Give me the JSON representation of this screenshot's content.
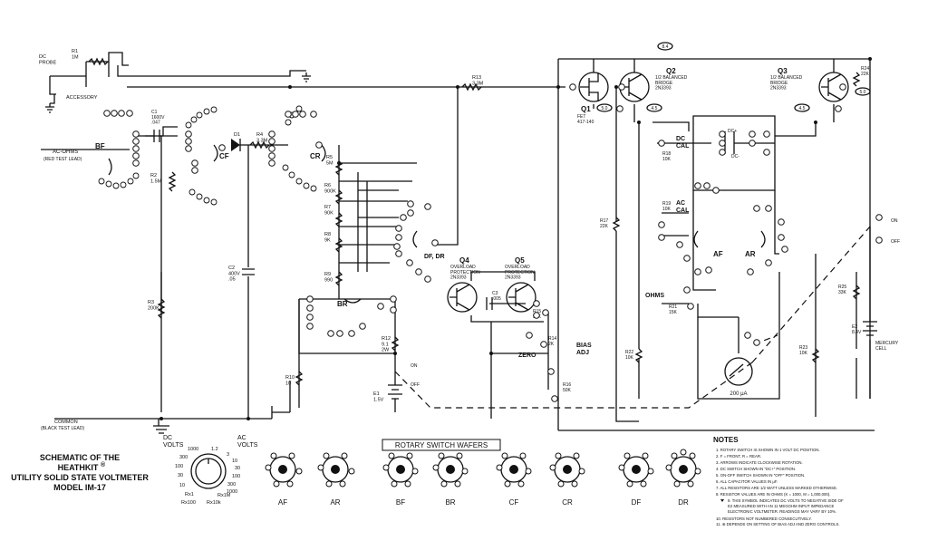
{
  "title": {
    "line1": "SCHEMATIC OF THE",
    "line2": "HEATHKIT",
    "reg": "®",
    "line3": "UTILITY SOLID STATE VOLTMETER",
    "line4": "MODEL IM-17"
  },
  "wafers_heading": "ROTARY SWITCH WAFERS",
  "wafer_labels": [
    "AF",
    "AR",
    "BF",
    "BR",
    "CF",
    "CR",
    "DF",
    "DR"
  ],
  "dial": {
    "dc_volts": "DC\nVOLTS",
    "ac_volts": "AC\nVOLTS",
    "ranges": [
      "1000",
      "300",
      "100",
      "30",
      "10",
      "1.2",
      "3",
      "10",
      "30",
      "100",
      "300",
      "1000"
    ],
    "ohms": [
      "Rx1",
      "Rx100",
      "Rx10k",
      "Rx1M"
    ]
  },
  "left": {
    "dc_probe": "DC\nPROBE",
    "r1": "R1\n1M",
    "accessory": "ACCESSORY",
    "ac_ohms": "AC-OHMS",
    "red_lead": "(RED TEST LEAD)",
    "bf": "BF",
    "c1": "C1\n1600V\n.047",
    "r2": "R2\n1.5M",
    "r3": "R3\n200K",
    "common": "COMMON",
    "black_lead": "(BLACK TEST LEAD)",
    "cf": "CF",
    "d1": "D1",
    "r4": "R4\n3.3M",
    "c2": "C2\n400V\n.05",
    "cr": "CR"
  },
  "middle": {
    "r13": "R13\n3.3M",
    "r5": "R5\n5M",
    "r6": "R6\n900K",
    "r7": "R7\n90K",
    "r8": "R8\n9K",
    "r9": "R9\n990",
    "r10": "R10\n10",
    "br": "BR",
    "df_dr": "DF, DR",
    "r12": "R12\n9.1\n2W",
    "e1": "E1\n1.5V",
    "on": "ON",
    "off": "OFF",
    "q4": "Q4",
    "q4_desc": "OVERLOAD\nPROTECTION\n2N3393",
    "q5": "Q5",
    "q5_desc": "OVERLOAD\nPROTECTION\n2N3393",
    "c3": "C3\n.005",
    "r15": "R15\n50K",
    "r14": "R14\n2K",
    "zero": "ZERO",
    "bias_adj": "BIAS\nADJ",
    "r16": "R16\n50K"
  },
  "right": {
    "v84": "8.4",
    "q1": "Q1",
    "q1_desc": "FET\n417-140",
    "v50a": "5.0",
    "q2": "Q2",
    "q2_desc": "1/2 BALANCED\nBRIDGE\n2N3393",
    "v45a": "4.5",
    "q3": "Q3",
    "q3_desc": "1/2 BALANCED\nBRIDGE\n2N3393",
    "v45b": "4.5",
    "r24": "R24\n22K",
    "v50b": "5.0",
    "dc_cal": "DC\nCAL",
    "r18": "R18\n10K",
    "dcp": "DC+",
    "dcm": "DC-",
    "r17": "R17\n22K",
    "ac_cal": "AC\nCAL",
    "r19": "R19\n10K",
    "af": "AF",
    "ar": "AR",
    "ohms": "OHMS",
    "r21": "R21\n15K",
    "r22": "R22\n10K",
    "r23": "R23\n10K",
    "r25": "R25\n33K",
    "meter": "200 μA",
    "e2": "E2\n8.4V",
    "mercury": "MERCURY\nCELL",
    "on": "ON",
    "off": "OFF"
  },
  "notes": {
    "heading": "NOTES",
    "items": [
      "1.  ROTARY SWITCH IS SHOWN IN 1 VOLT DC POSITION.",
      "2.  F = FRONT, R = REAR.",
      "3.  ARROWS INDICATE CLOCKWISE ROTATION.",
      "4.  DC SWITCH SHOWN IN \"DC+\" POSITION.",
      "5.  ON-OFF SWITCH SHOWN IN \"OFF\" POSITION.",
      "6.  ALL CAPACITOR VALUES IN μF.",
      "7.  ALL RESISTORS ARE 1/2 WATT UNLESS MARKED OTHERWISE.",
      "8.  RESISTOR VALUES ARE IN OHMS (K = 1000, M = 1,000,000).",
      "9.  THIS SYMBOL INDICATES DC VOLTS TO NEGATIVE SIDE OF",
      "E2 MEASURED WITH AN 11 MEGOHM INPUT IMPEDANCE",
      "ELECTRONIC VOLTMETER. READINGS MAY VARY BY 10%.",
      "10.  RESISTORS NOT NUMBERED CONSECUTIVELY.",
      "11.  ⊛ DEPENDS ON SETTING OF BIAS ADJ AND ZERO CONTROLS."
    ]
  }
}
